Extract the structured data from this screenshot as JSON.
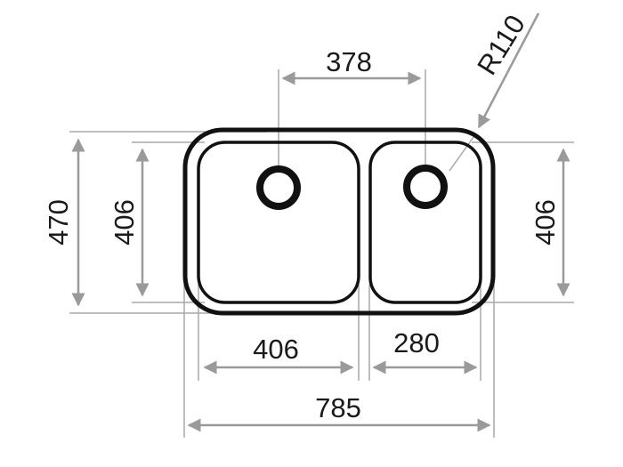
{
  "dimensions": {
    "drain_spacing": "378",
    "corner_radius": "R110",
    "overall_depth": "470",
    "left_bowl_depth": "406",
    "right_bowl_depth": "406",
    "left_bowl_width": "406",
    "right_bowl_width": "280",
    "overall_width": "785"
  },
  "colors": {
    "outline": "#111111",
    "dimension": "#9a9a9a"
  }
}
